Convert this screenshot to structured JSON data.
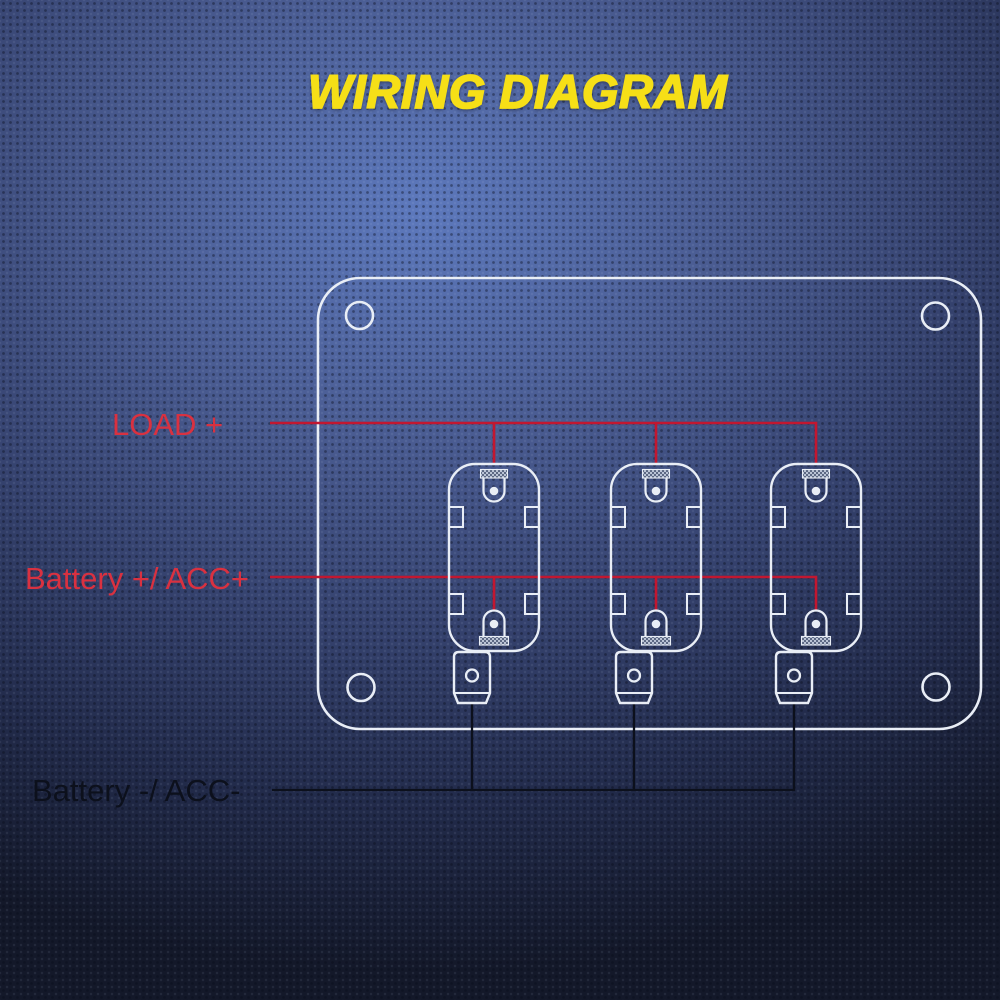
{
  "title": "WIRING DIAGRAM",
  "labels": {
    "load_positive": "LOAD +",
    "battery_positive": "Battery +/ ACC+",
    "battery_negative": "Battery -/ ACC-"
  },
  "panel": {
    "type": "3-gang rocker switch panel, rear view",
    "screw_holes": 4,
    "switches": [
      {
        "name": "switch-1",
        "terminals": [
          "load-terminal",
          "battery-positive-terminal",
          "battery-negative-spade-terminal"
        ]
      },
      {
        "name": "switch-2",
        "terminals": [
          "load-terminal",
          "battery-positive-terminal",
          "battery-negative-spade-terminal"
        ]
      },
      {
        "name": "switch-3",
        "terminals": [
          "load-terminal",
          "battery-positive-terminal",
          "battery-negative-spade-terminal"
        ]
      }
    ]
  },
  "wiring": {
    "load_bus": "LOAD + bus connects to top terminal of all three switches",
    "battery_positive_bus": "Battery +/ ACC+ bus connects to middle terminal of all three switches",
    "battery_negative_bus": "Battery -/ ACC- bus connects to bottom spade terminal of all three switches"
  },
  "colors": {
    "background_center": "#5d79bd",
    "background_edge": "#131829",
    "title_yellow": "#f6df17",
    "wire_red": "#c21730",
    "label_red": "#d93140",
    "wire_black": "#0c101c",
    "outline_white": "#e9eef6",
    "mesh_light": "#bac3d5",
    "mesh_dark": "#5d6984"
  }
}
